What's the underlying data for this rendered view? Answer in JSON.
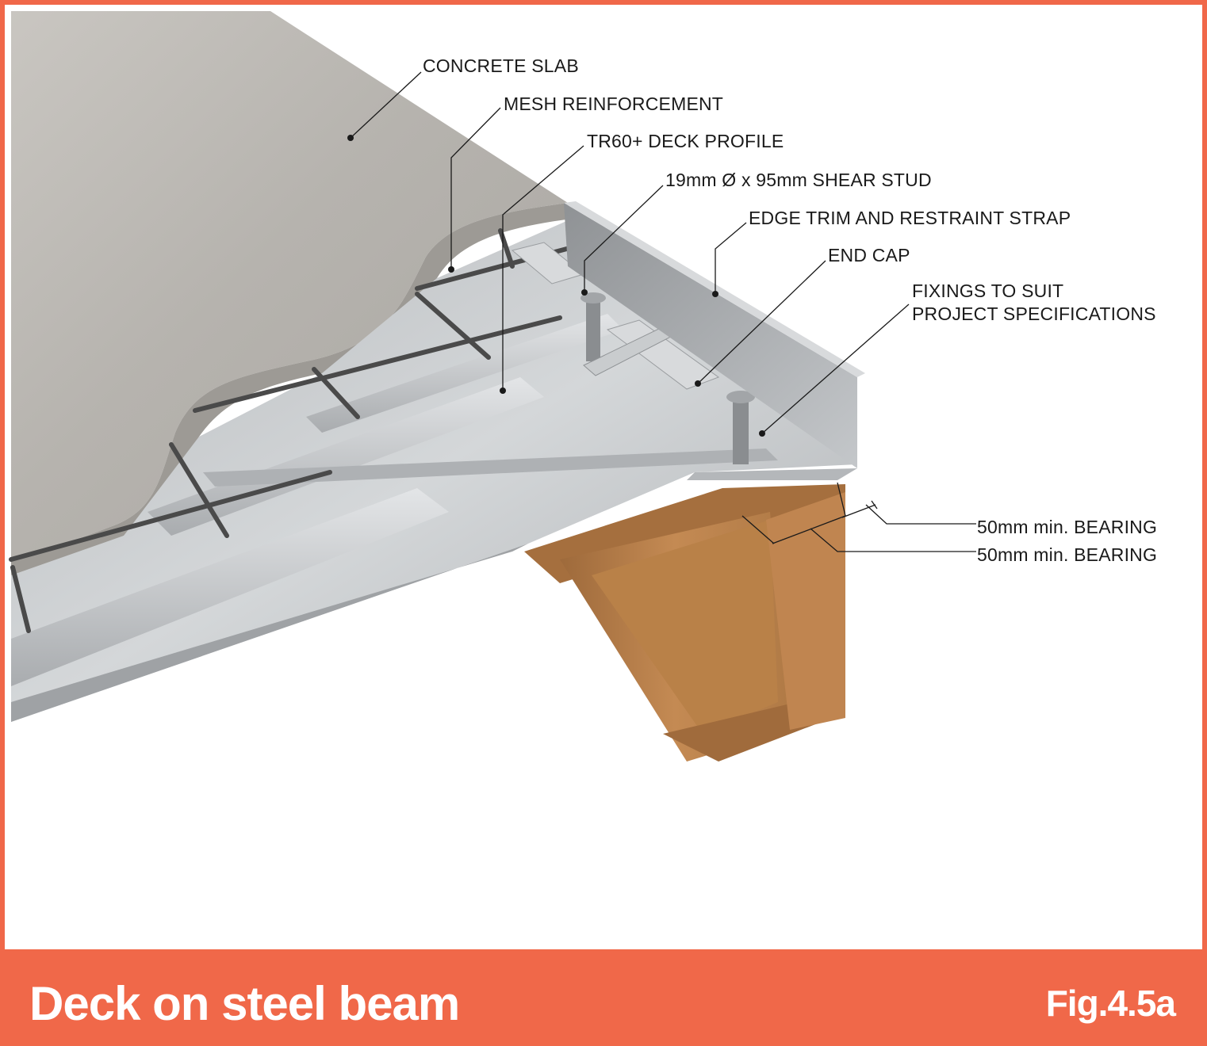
{
  "labels": {
    "concrete_slab": "CONCRETE SLAB",
    "mesh_reinforcement": "MESH REINFORCEMENT",
    "deck_profile": "TR60+ DECK PROFILE",
    "shear_stud": "19mm Ø x 95mm SHEAR STUD",
    "edge_trim": "EDGE TRIM AND RESTRAINT STRAP",
    "end_cap": "END CAP",
    "fixings_line1": "FIXINGS TO SUIT",
    "fixings_line2": "PROJECT SPECIFICATIONS",
    "bearing_upper": "50mm min. BEARING",
    "bearing_lower": "50mm min. BEARING"
  },
  "caption": {
    "title": "Deck on steel beam",
    "figure": "Fig.4.5a"
  },
  "colors": {
    "accent": "#f06849",
    "concrete": "#b9b6b1",
    "steel_deck": "#c9ccce",
    "beam": "#c48a53"
  }
}
